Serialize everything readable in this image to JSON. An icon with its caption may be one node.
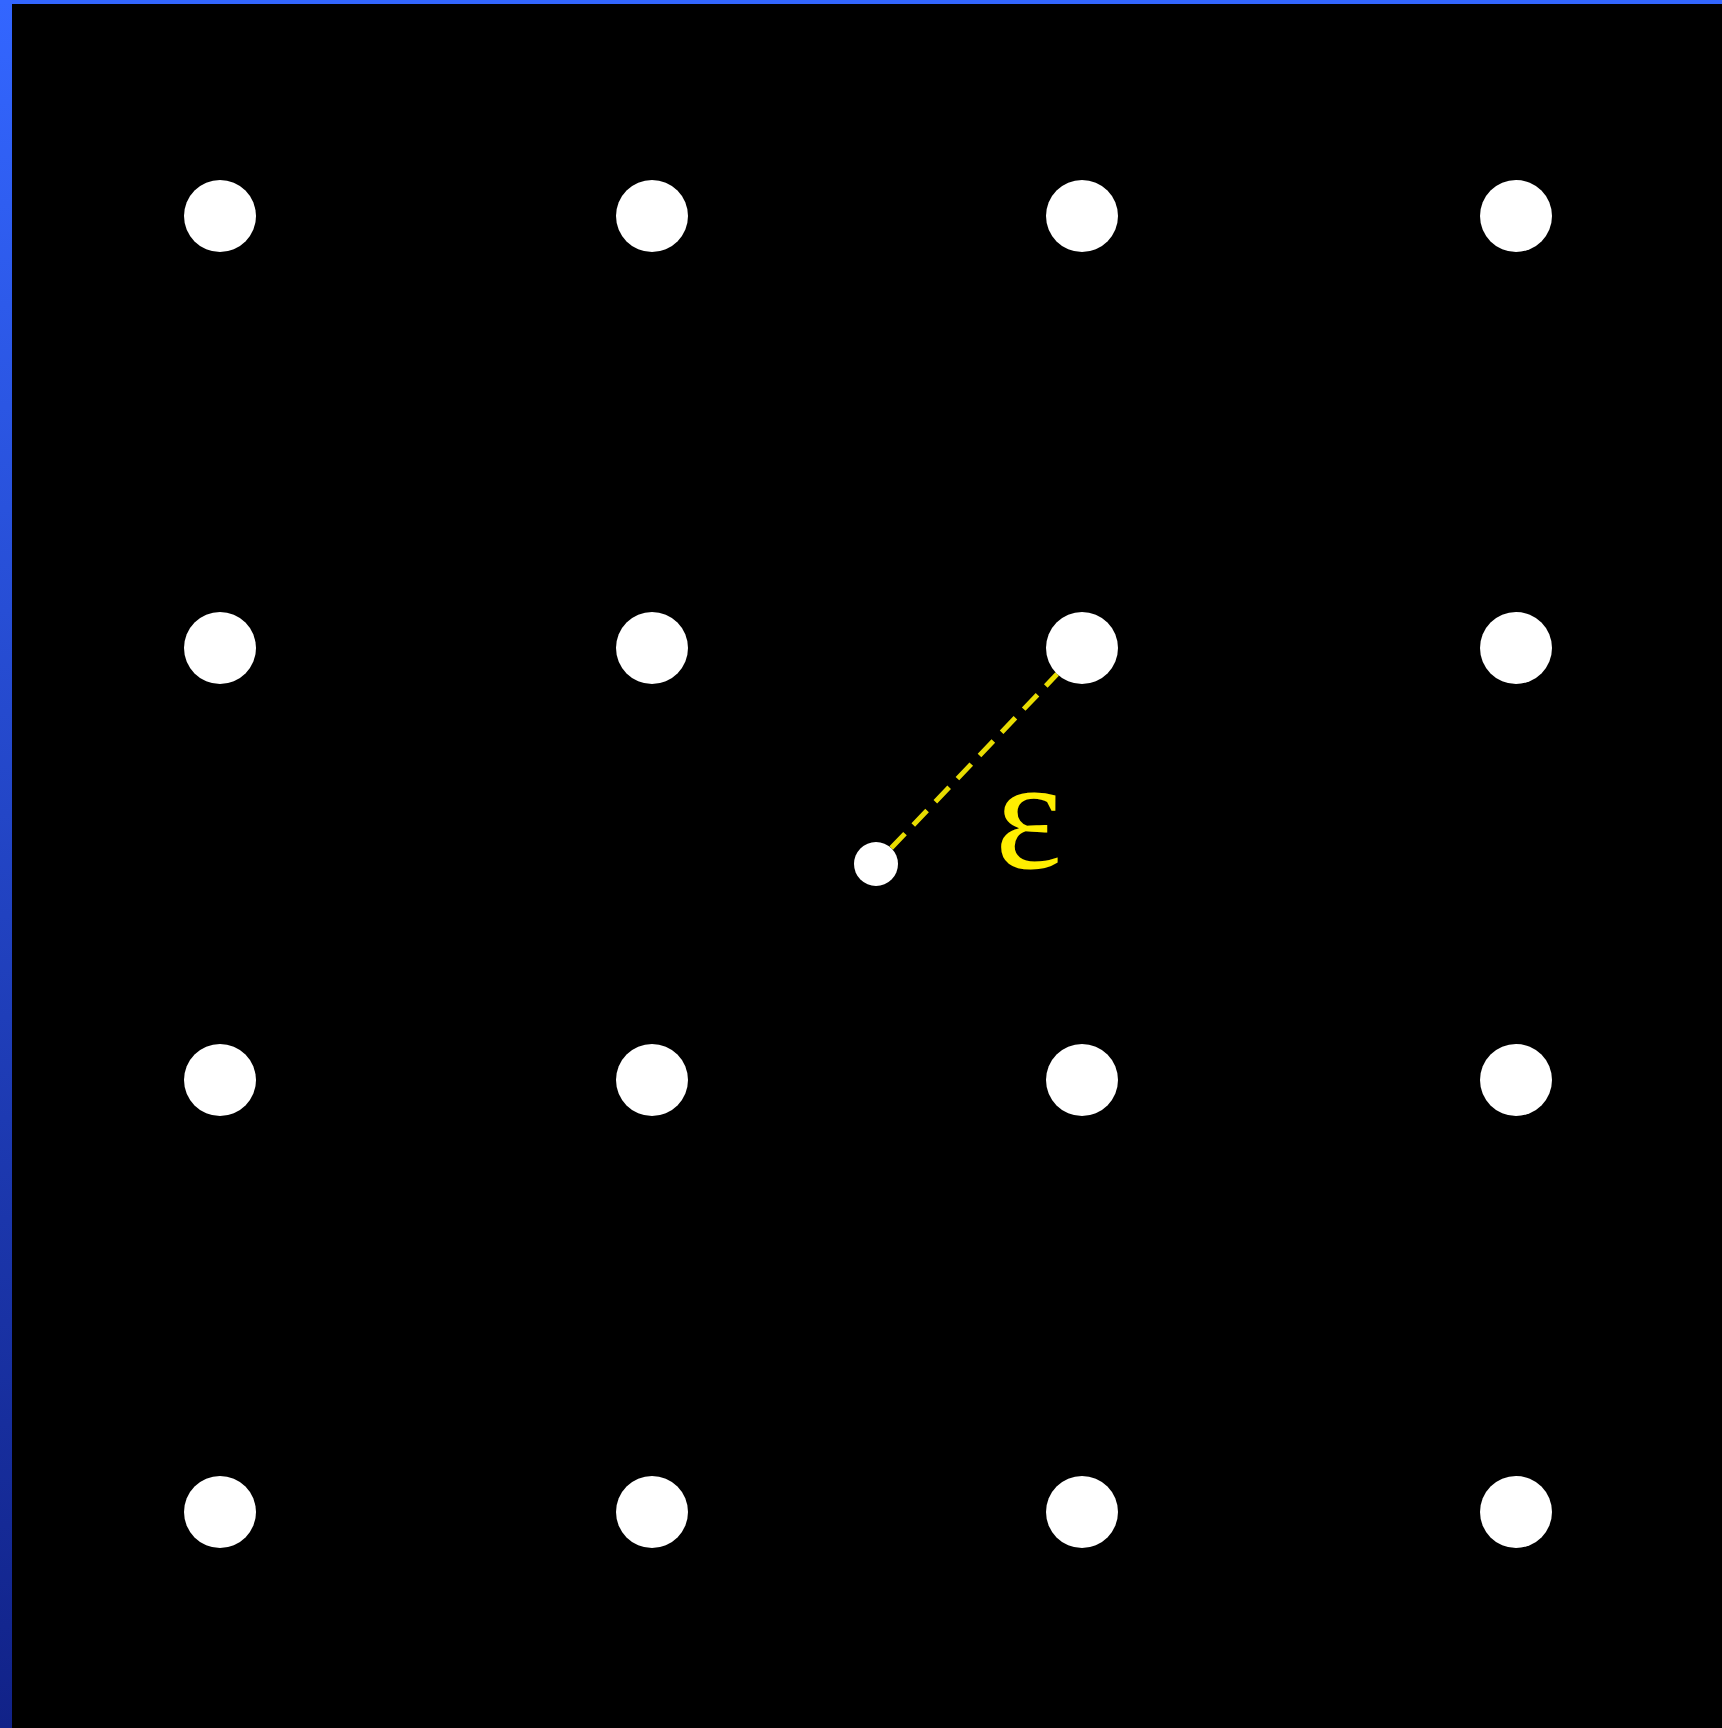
{
  "diagram": {
    "nodes": [
      {
        "text": [],
        "shape": "circle"
      },
      {
        "text": [],
        "shape": "circle"
      },
      {
        "text": [],
        "shape": "circle"
      },
      {
        "text": [],
        "shape": "circle"
      },
      {
        "text": [],
        "shape": "circle"
      },
      {
        "text": [],
        "shape": "circle"
      },
      {
        "text": [],
        "shape": "circle"
      },
      {
        "text": [],
        "shape": "circle"
      },
      {
        "text": [],
        "shape": "circle"
      },
      {
        "text": [],
        "shape": "circle"
      },
      {
        "text": [],
        "shape": "circle"
      },
      {
        "text": [],
        "shape": "circle"
      },
      {
        "text": [],
        "shape": "circle"
      },
      {
        "text": [],
        "shape": "circle"
      },
      {
        "text": [],
        "shape": "circle"
      },
      {
        "text": [],
        "shape": "circle"
      },
      {
        "text": [],
        "shape": "circle"
      }
    ],
    "edges": [
      {
        "from": 8,
        "to": 6,
        "arrow": "none",
        "label": "ε",
        "style": "dashed"
      }
    ]
  }
}
